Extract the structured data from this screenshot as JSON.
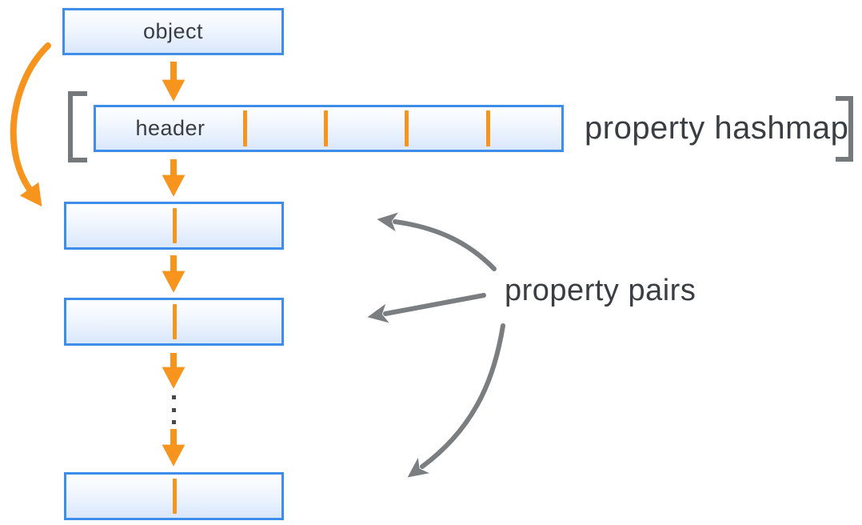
{
  "labels": {
    "object": "object",
    "header": "header",
    "property_hashmap": "property hashmap",
    "property_pairs": "property pairs"
  },
  "structure": {
    "hashmap_slot_count": 5,
    "hashmap_slot_divider_count": 4,
    "property_pair_box_count": 3,
    "ellipsis_dot_count": 3
  },
  "colors": {
    "accent_orange": "#F7941E",
    "box_border_blue": "#3E8EE9",
    "box_fill_top": "#FDFEFF",
    "box_fill_bottom": "#D9E7FB",
    "connector_gray": "#7A7E81",
    "text_dark": "#3A3D41",
    "background": "#FFFFFF"
  }
}
